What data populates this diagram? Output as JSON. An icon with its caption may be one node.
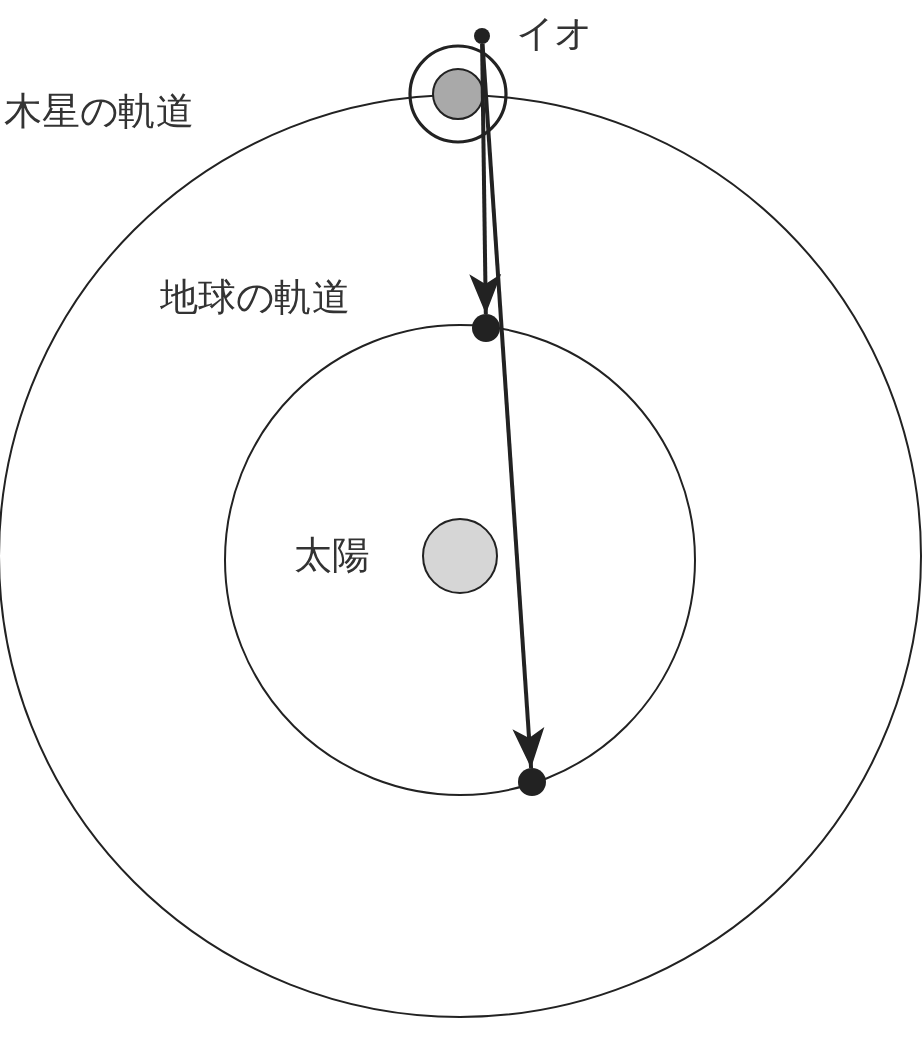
{
  "diagram": {
    "nodes": [
      {
        "text": [
          "木星の軌道"
        ]
      },
      {
        "text": [
          "地球の軌道"
        ],
        "in": 0
      },
      {
        "text": [
          "太陽"
        ],
        "in": 1
      },
      {
        "text": [
          "イオ"
        ]
      },
      {
        "text": [],
        "shape": "circle"
      },
      {
        "text": [],
        "shape": "circle",
        "in": 0
      },
      {
        "text": [],
        "shape": "circle",
        "in": 1
      }
    ],
    "edges": [
      {
        "from": 3,
        "to": 5,
        "arrow": "to"
      },
      {
        "from": 3,
        "to": 6,
        "arrow": "to"
      }
    ]
  }
}
